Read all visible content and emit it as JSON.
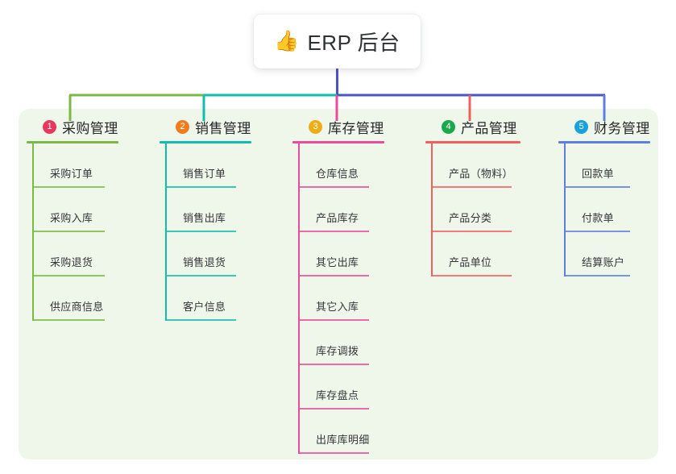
{
  "diagram": {
    "type": "tree-mindmap",
    "root": {
      "icon": "thumbs-up-icon",
      "emoji": "👍",
      "title": "ERP 后台"
    },
    "panel_color": "#eef7ea",
    "root_connector_color": "#4a55c4",
    "branches": [
      {
        "number": "1",
        "title": "采购管理",
        "color": "#7cb845",
        "badge_color": "#e8365d",
        "items": [
          "采购订单",
          "采购入库",
          "采购退货",
          "供应商信息"
        ]
      },
      {
        "number": "2",
        "title": "销售管理",
        "color": "#0fbfae",
        "badge_color": "#f07c1e",
        "items": [
          "销售订单",
          "销售出库",
          "销售退货",
          "客户信息"
        ]
      },
      {
        "number": "3",
        "title": "库存管理",
        "color": "#ea4b9b",
        "badge_color": "#f0ac15",
        "items": [
          "仓库信息",
          "产品库存",
          "其它出库",
          "其它入库",
          "库存调拨",
          "库存盘点",
          "出库库明细"
        ]
      },
      {
        "number": "4",
        "title": "产品管理",
        "color": "#f15f5f",
        "badge_color": "#19a84c",
        "items": [
          "产品（物料）",
          "产品分类",
          "产品单位"
        ]
      },
      {
        "number": "5",
        "title": "财务管理",
        "color": "#5f7fe0",
        "badge_color": "#17a2dd",
        "items": [
          "回款单",
          "付款单",
          "结算账户"
        ]
      }
    ]
  }
}
